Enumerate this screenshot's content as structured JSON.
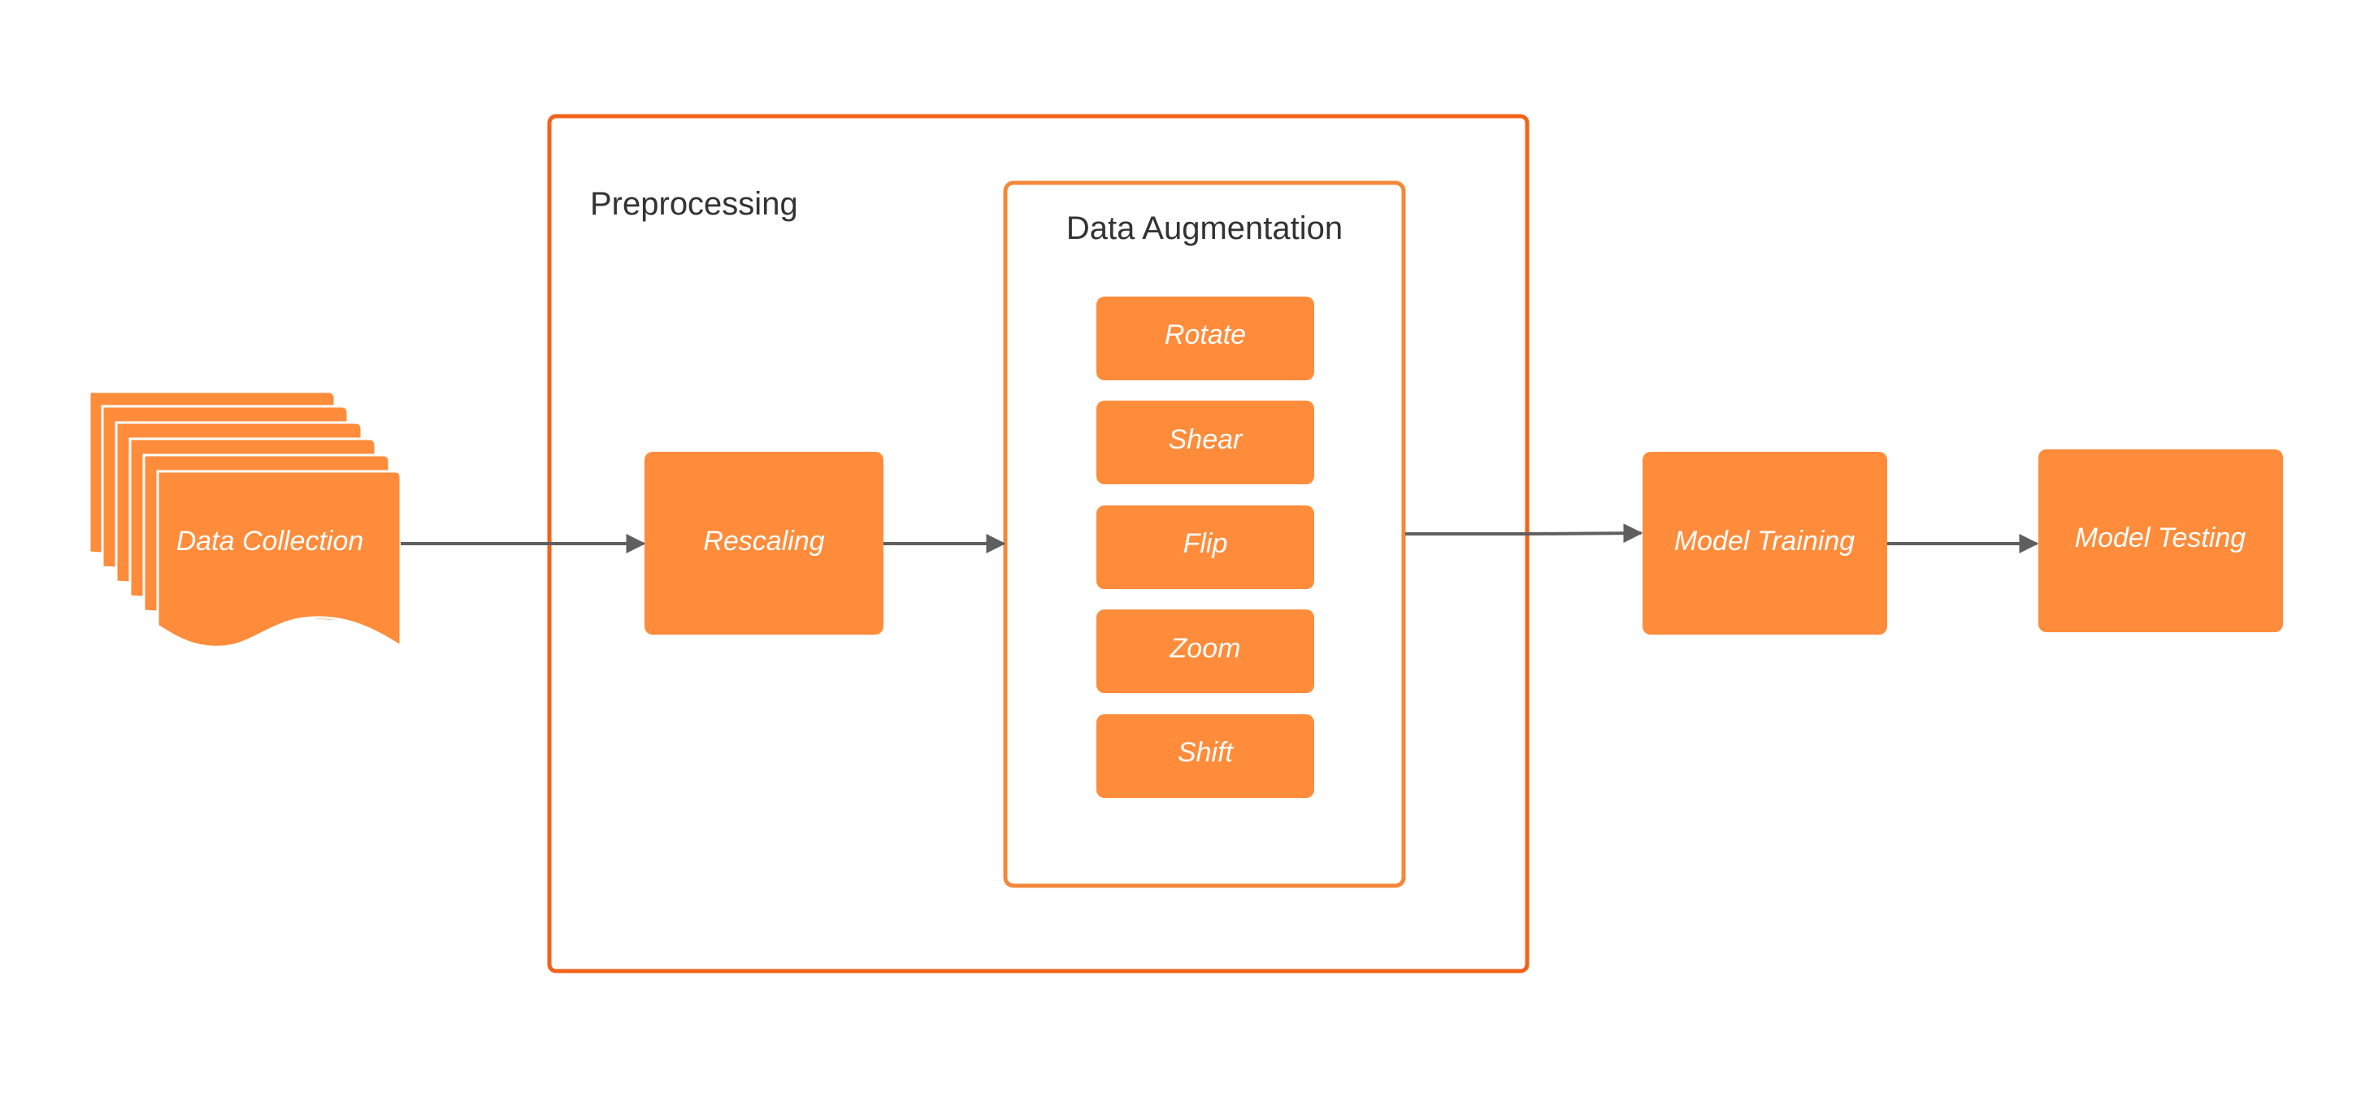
{
  "colors": {
    "node_fill": "#FF8C3B",
    "outer_border": "#F2621A",
    "inner_border": "#F5873A",
    "arrow": "#5F5F5F",
    "text_light": "#FFFFFF",
    "text_dark": "#333333"
  },
  "nodes": {
    "data_collection": "Data Collection",
    "rescaling": "Rescaling",
    "model_training": "Model Training",
    "model_testing": "Model Testing"
  },
  "groups": {
    "preprocessing": "Preprocessing",
    "data_augmentation": "Data Augmentation"
  },
  "augmentation_steps": [
    "Rotate",
    "Shear",
    "Flip",
    "Zoom",
    "Shift"
  ]
}
